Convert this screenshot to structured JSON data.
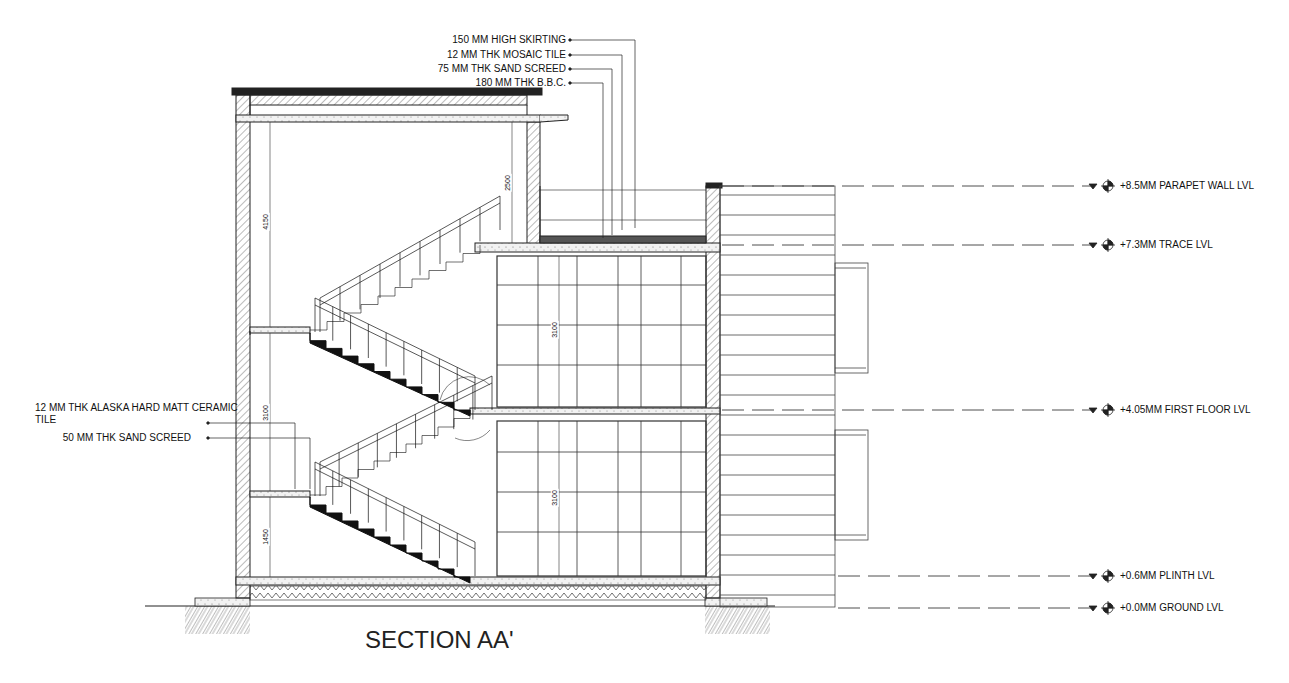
{
  "diagram": {
    "title": "SECTION AA'",
    "labels": [
      "150 MM HIGH SKIRTING",
      "12 MM THK MOSAIC TILE",
      "75 MM THK SAND SCREED",
      "180 MM THK B.B.C.",
      "+8.5MM PARAPET WALL LVL",
      "+7.3MM TRACE LVL",
      "+4.05MM FIRST FLOOR LVL",
      "+0.6MM PLINTH LVL",
      "+0.0MM GROUND LVL",
      "12 MM THK ALASKA HARD MATT CERAMIC TILE",
      "50 MM THK SAND SCREED",
      "2500",
      "4150",
      "3100",
      "1450",
      "3100",
      "3100"
    ]
  }
}
